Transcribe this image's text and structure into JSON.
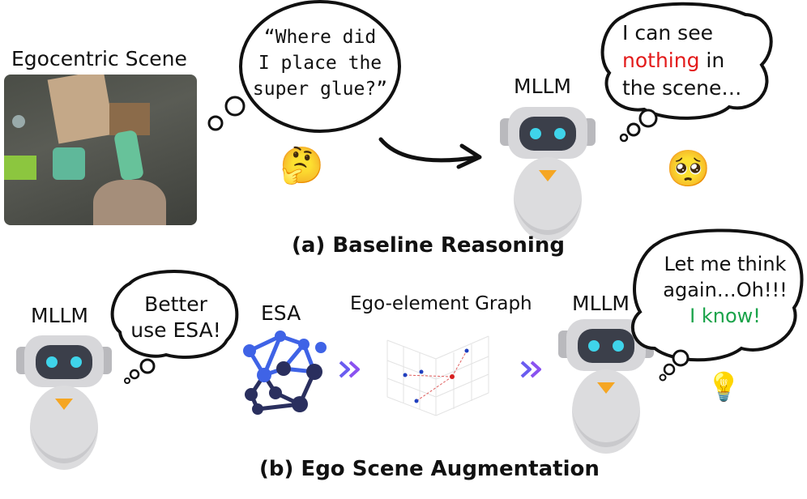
{
  "top": {
    "scene_label": "Egocentric Scene",
    "question_lines": [
      "“Where did",
      "I place the",
      "super glue?”"
    ],
    "thinking_emoji": "🤔",
    "mllm_label": "MLLM",
    "answer_line1": "I can see",
    "answer_highlight": "nothing",
    "answer_after_highlight": " in",
    "answer_line3": "the scene…",
    "sad_emoji": "🥺",
    "caption": "(a) Baseline Reasoning"
  },
  "bottom": {
    "mllm_label_left": "MLLM",
    "suggest_lines": [
      "Better",
      "use ESA!"
    ],
    "esa_label": "ESA",
    "graph_label": "Ego-element Graph",
    "mllm_label_right": "MLLM",
    "think_line1": "Let me think",
    "think_line2": "again…Oh!!!",
    "think_highlight": "I know!",
    "bulb_emoji": "💡",
    "caption": "(b) Ego Scene Augmentation"
  },
  "colors": {
    "negative": "#e31b1b",
    "positive": "#1aa34a",
    "esa_light": "#3f63e6",
    "esa_dark": "#2a2f5e",
    "chevron": "#6a5cf0",
    "robot_eye": "#3fd4ea",
    "robot_beak": "#f5a623"
  }
}
